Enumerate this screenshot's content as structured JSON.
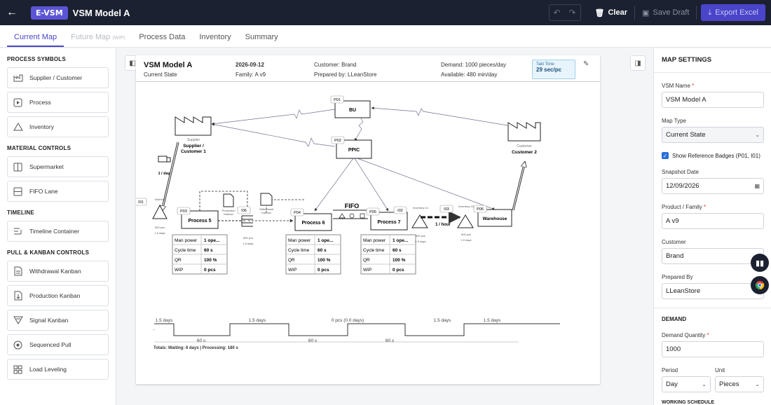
{
  "topbar": {
    "badge": "E-VSM",
    "title": "VSM Model A",
    "clear": "Clear",
    "save": "Save Draft",
    "export": "Export Excel"
  },
  "tabs": [
    {
      "label": "Current Map"
    },
    {
      "label": "Future Map",
      "tag": "(WIP)"
    },
    {
      "label": "Process Data"
    },
    {
      "label": "Inventory"
    },
    {
      "label": "Summary"
    }
  ],
  "sidebar": {
    "sections": [
      {
        "title": "Process Symbols",
        "items": [
          {
            "label": "Supplier / Customer",
            "icon": "factory-icon"
          },
          {
            "label": "Process",
            "icon": "process-icon"
          },
          {
            "label": "Inventory",
            "icon": "triangle-icon"
          }
        ]
      },
      {
        "title": "Material Controls",
        "items": [
          {
            "label": "Supermarket",
            "icon": "supermarket-icon"
          },
          {
            "label": "FIFO Lane",
            "icon": "fifo-icon"
          }
        ]
      },
      {
        "title": "Timeline",
        "items": [
          {
            "label": "Timeline Container",
            "icon": "timeline-icon"
          }
        ]
      },
      {
        "title": "Pull & Kanban Controls",
        "items": [
          {
            "label": "Withdrawal Kanban",
            "icon": "kanban-icon"
          },
          {
            "label": "Production Kanban",
            "icon": "production-kanban-icon"
          },
          {
            "label": "Signal Kanban",
            "icon": "signal-icon"
          },
          {
            "label": "Sequenced Pull",
            "icon": "sequence-icon"
          },
          {
            "label": "Load Leveling",
            "icon": "load-icon"
          }
        ]
      }
    ]
  },
  "map": {
    "header": {
      "title": "VSM Model A",
      "state": "Current State",
      "date": "2026-09-12",
      "family": "Family: A v9",
      "customer": "Customer: Brand",
      "prepared": "Prepared by: LLeanStore",
      "demand": "Demand: 1000 pieces/day",
      "available": "Available: 480 min/day",
      "takt_label": "Takt Time",
      "takt_value": "29 sec/pc"
    },
    "badges": {
      "p01": "P01",
      "p02": "P02",
      "p03": "P03",
      "p04": "P04",
      "p05": "P05",
      "p06": "P06",
      "i01": "I01",
      "i02": "I02",
      "i03": "I03",
      "i06": "I06"
    },
    "nodes": {
      "bu": "BU",
      "ppic": "PPIC",
      "supplier_caption": "Supplier",
      "supplier": "Supplier /",
      "supplier2": "Customer 1",
      "customer_caption": "Customer",
      "customer": "Customer 2",
      "p5": "Process 5",
      "p6": "Process 6",
      "p7": "Process 7",
      "warehouse": "Warehouse",
      "fifo": "FIFO",
      "one_day": "1 / day",
      "one_hour": "1 / hour",
      "prod_kanban": "Production",
      "prod_kanban2": "Kanban",
      "withdraw_kanban": "Withdrawal",
      "withdraw_kanban2": "Kanban",
      "inv14": "Inventory 14",
      "inv15": "Inventory 15",
      "material": "Material",
      "pcs": "500 pcs",
      "days": "1.5 days"
    },
    "data_boxes": [
      {
        "rows": [
          [
            "Man power",
            "1 ope..."
          ],
          [
            "Cycle time",
            "60 s"
          ],
          [
            "QR",
            "100 %"
          ],
          [
            "WIP",
            "0 pcs"
          ]
        ]
      },
      {
        "rows": [
          [
            "Man power",
            "1 ope..."
          ],
          [
            "Cycle time",
            "60 s"
          ],
          [
            "QR",
            "100 %"
          ],
          [
            "WIP",
            "0 pcs"
          ]
        ]
      },
      {
        "rows": [
          [
            "Man power",
            "1 ope..."
          ],
          [
            "Cycle time",
            "60 s"
          ],
          [
            "QR",
            "100 %"
          ],
          [
            "WIP",
            "0 pcs"
          ]
        ]
      }
    ],
    "timeline": {
      "upper": [
        "1.5 days",
        "1.5 days",
        "0 pcs (0.0 days)",
        "1.5 days",
        "1.5 days"
      ],
      "lower": [
        "60 s",
        "60 s",
        "60 s"
      ],
      "dash": "-",
      "totals": "Totals: Waiting: 6 days | Processing: 180 s"
    }
  },
  "settings": {
    "title": "Map Settings",
    "vsm_name_label": "VSM Name",
    "vsm_name": "VSM Model A",
    "map_type_label": "Map Type",
    "map_type": "Current State",
    "show_badges": "Show Reference Badges (P01, I01)",
    "snapshot_label": "Snapshot Date",
    "snapshot": "12/09/2026",
    "product_label": "Product / Family",
    "product": "A v9",
    "customer_label": "Customer",
    "customer": "Brand",
    "prepared_label": "Prepared By",
    "prepared": "LLeanStore",
    "demand_title": "Demand",
    "demand_qty_label": "Demand Quantity",
    "demand_qty": "1000",
    "period_label": "Period",
    "period": "Day",
    "unit_label": "Unit",
    "unit": "Pieces",
    "working_schedule": "Working Schedule"
  },
  "colors": {
    "accent": "#4a44c9",
    "topbar": "#1b2130"
  }
}
